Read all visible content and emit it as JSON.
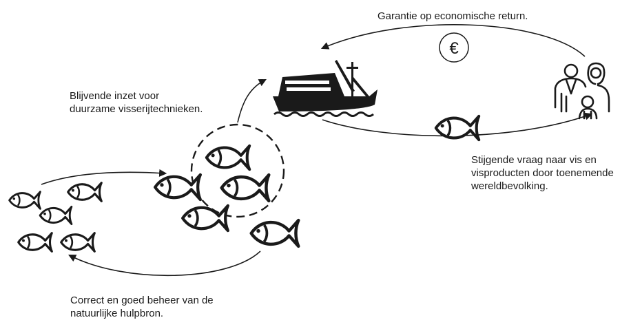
{
  "captions": {
    "economic_return": [
      "Garantie op economische return."
    ],
    "commitment": [
      "Blijvende inzet voor",
      "duurzame visserijtechnieken."
    ],
    "demand": [
      "Stijgende vraag naar vis en",
      "visproducten door toenemende",
      "wereldbevolking."
    ],
    "management": [
      "Correct en goed beheer van de",
      "natuurlijke hulpbron."
    ]
  },
  "euro_symbol": "€",
  "icons": {
    "boat": "fishing-boat-icon",
    "family": "family-icon",
    "coin": "euro-coin-icon",
    "fish": "fish-icon"
  },
  "colors": {
    "ink": "#1a1a1a",
    "background": "#ffffff"
  }
}
